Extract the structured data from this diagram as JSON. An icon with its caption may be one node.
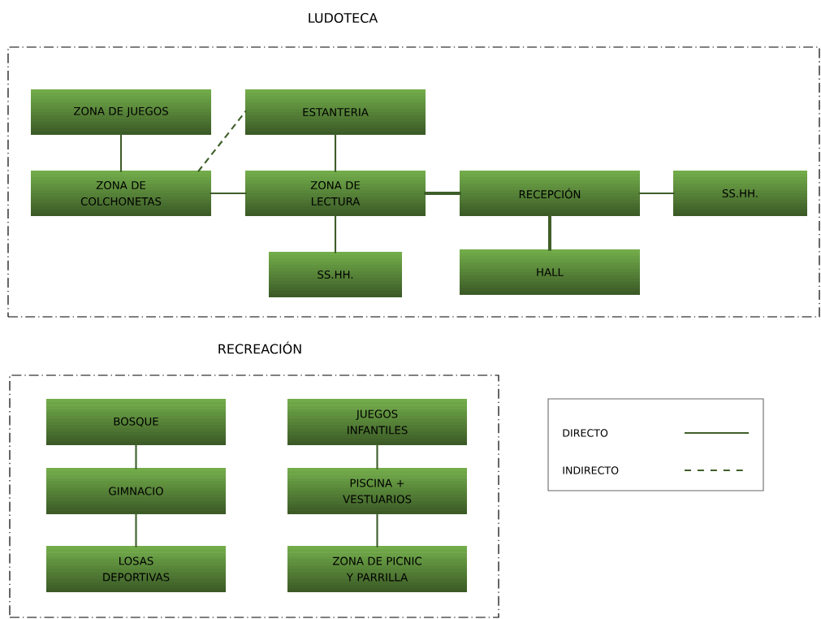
{
  "diagram": {
    "nodes": [
      {
        "text": [
          "LUDOTECA"
        ]
      },
      {
        "text": [
          "ZONA DE JUEGOS"
        ],
        "in": 0
      },
      {
        "text": [
          "ESTANTERIA"
        ],
        "in": 0
      },
      {
        "text": [
          "ZONA DE COLCHONETAS"
        ],
        "in": 0
      },
      {
        "text": [
          "ZONA DE LECTURA"
        ],
        "in": 0
      },
      {
        "text": [
          "RECEPCIÓN"
        ],
        "in": 0
      },
      {
        "text": [
          "SS.HH."
        ],
        "in": 0
      },
      {
        "text": [
          "SS.HH."
        ],
        "in": 0
      },
      {
        "text": [
          "HALL"
        ],
        "in": 0
      },
      {
        "text": [
          "RECREACIÓN"
        ]
      },
      {
        "text": [
          "BOSQUE"
        ],
        "in": 9
      },
      {
        "text": [
          "JUEGOS INFANTILES"
        ],
        "in": 9
      },
      {
        "text": [
          "GIMNACIO"
        ],
        "in": 9
      },
      {
        "text": [
          "PISCINA + VESTUARIOS"
        ],
        "in": 9
      },
      {
        "text": [
          "LOSAS DEPORTIVAS"
        ],
        "in": 9
      },
      {
        "text": [
          "ZONA DE PICNIC Y PARRILLA"
        ],
        "in": 9
      }
    ],
    "edges": [
      {
        "from": 1,
        "to": 3,
        "arrow": "none"
      },
      {
        "from": 3,
        "to": 2,
        "arrow": "none",
        "style": "dashed"
      },
      {
        "from": 2,
        "to": 4,
        "arrow": "none"
      },
      {
        "from": 3,
        "to": 4,
        "arrow": "none"
      },
      {
        "from": 4,
        "to": 5,
        "arrow": "none",
        "style": "thick"
      },
      {
        "from": 5,
        "to": 6,
        "arrow": "none"
      },
      {
        "from": 4,
        "to": 7,
        "arrow": "none"
      },
      {
        "from": 5,
        "to": 8,
        "arrow": "none",
        "style": "thick"
      },
      {
        "from": 10,
        "to": 12,
        "arrow": "none"
      },
      {
        "from": 12,
        "to": 14,
        "arrow": "none"
      },
      {
        "from": 11,
        "to": 13,
        "arrow": "none"
      },
      {
        "from": 13,
        "to": 15,
        "arrow": "none"
      }
    ],
    "legend": [
      {
        "text": "DIRECTO"
      },
      {
        "text": "INDIRECTO"
      }
    ]
  }
}
